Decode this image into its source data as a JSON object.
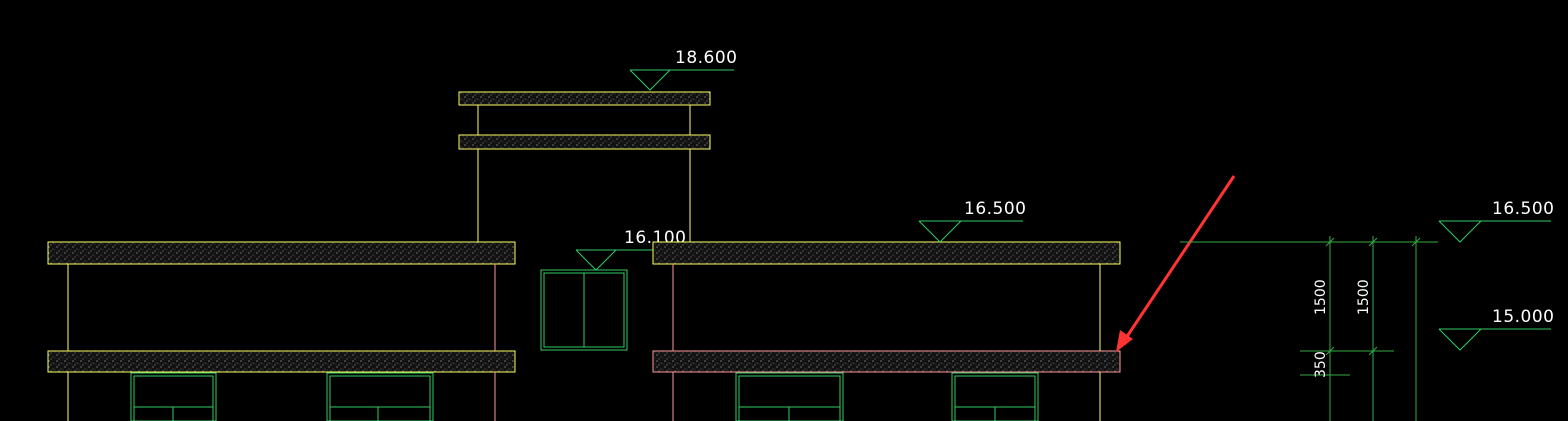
{
  "drawing": {
    "levels": {
      "top_roof": "18.600",
      "roof_right": "16.500",
      "canopy": "16.100",
      "side_upper": "16.500",
      "side_lower": "15.000"
    },
    "dimensions": {
      "dim_a": "1500",
      "dim_b": "1500",
      "dim_c": "350"
    },
    "colors": {
      "background": "#000000",
      "slab_outline": "#ffff66",
      "wall": "#ff9999",
      "column": "#ffff66",
      "window": "#33cc66",
      "level_marker": "#33cc66",
      "dimension": "#33aa44",
      "arrow": "#ff3333",
      "text": "#ffffff"
    }
  }
}
